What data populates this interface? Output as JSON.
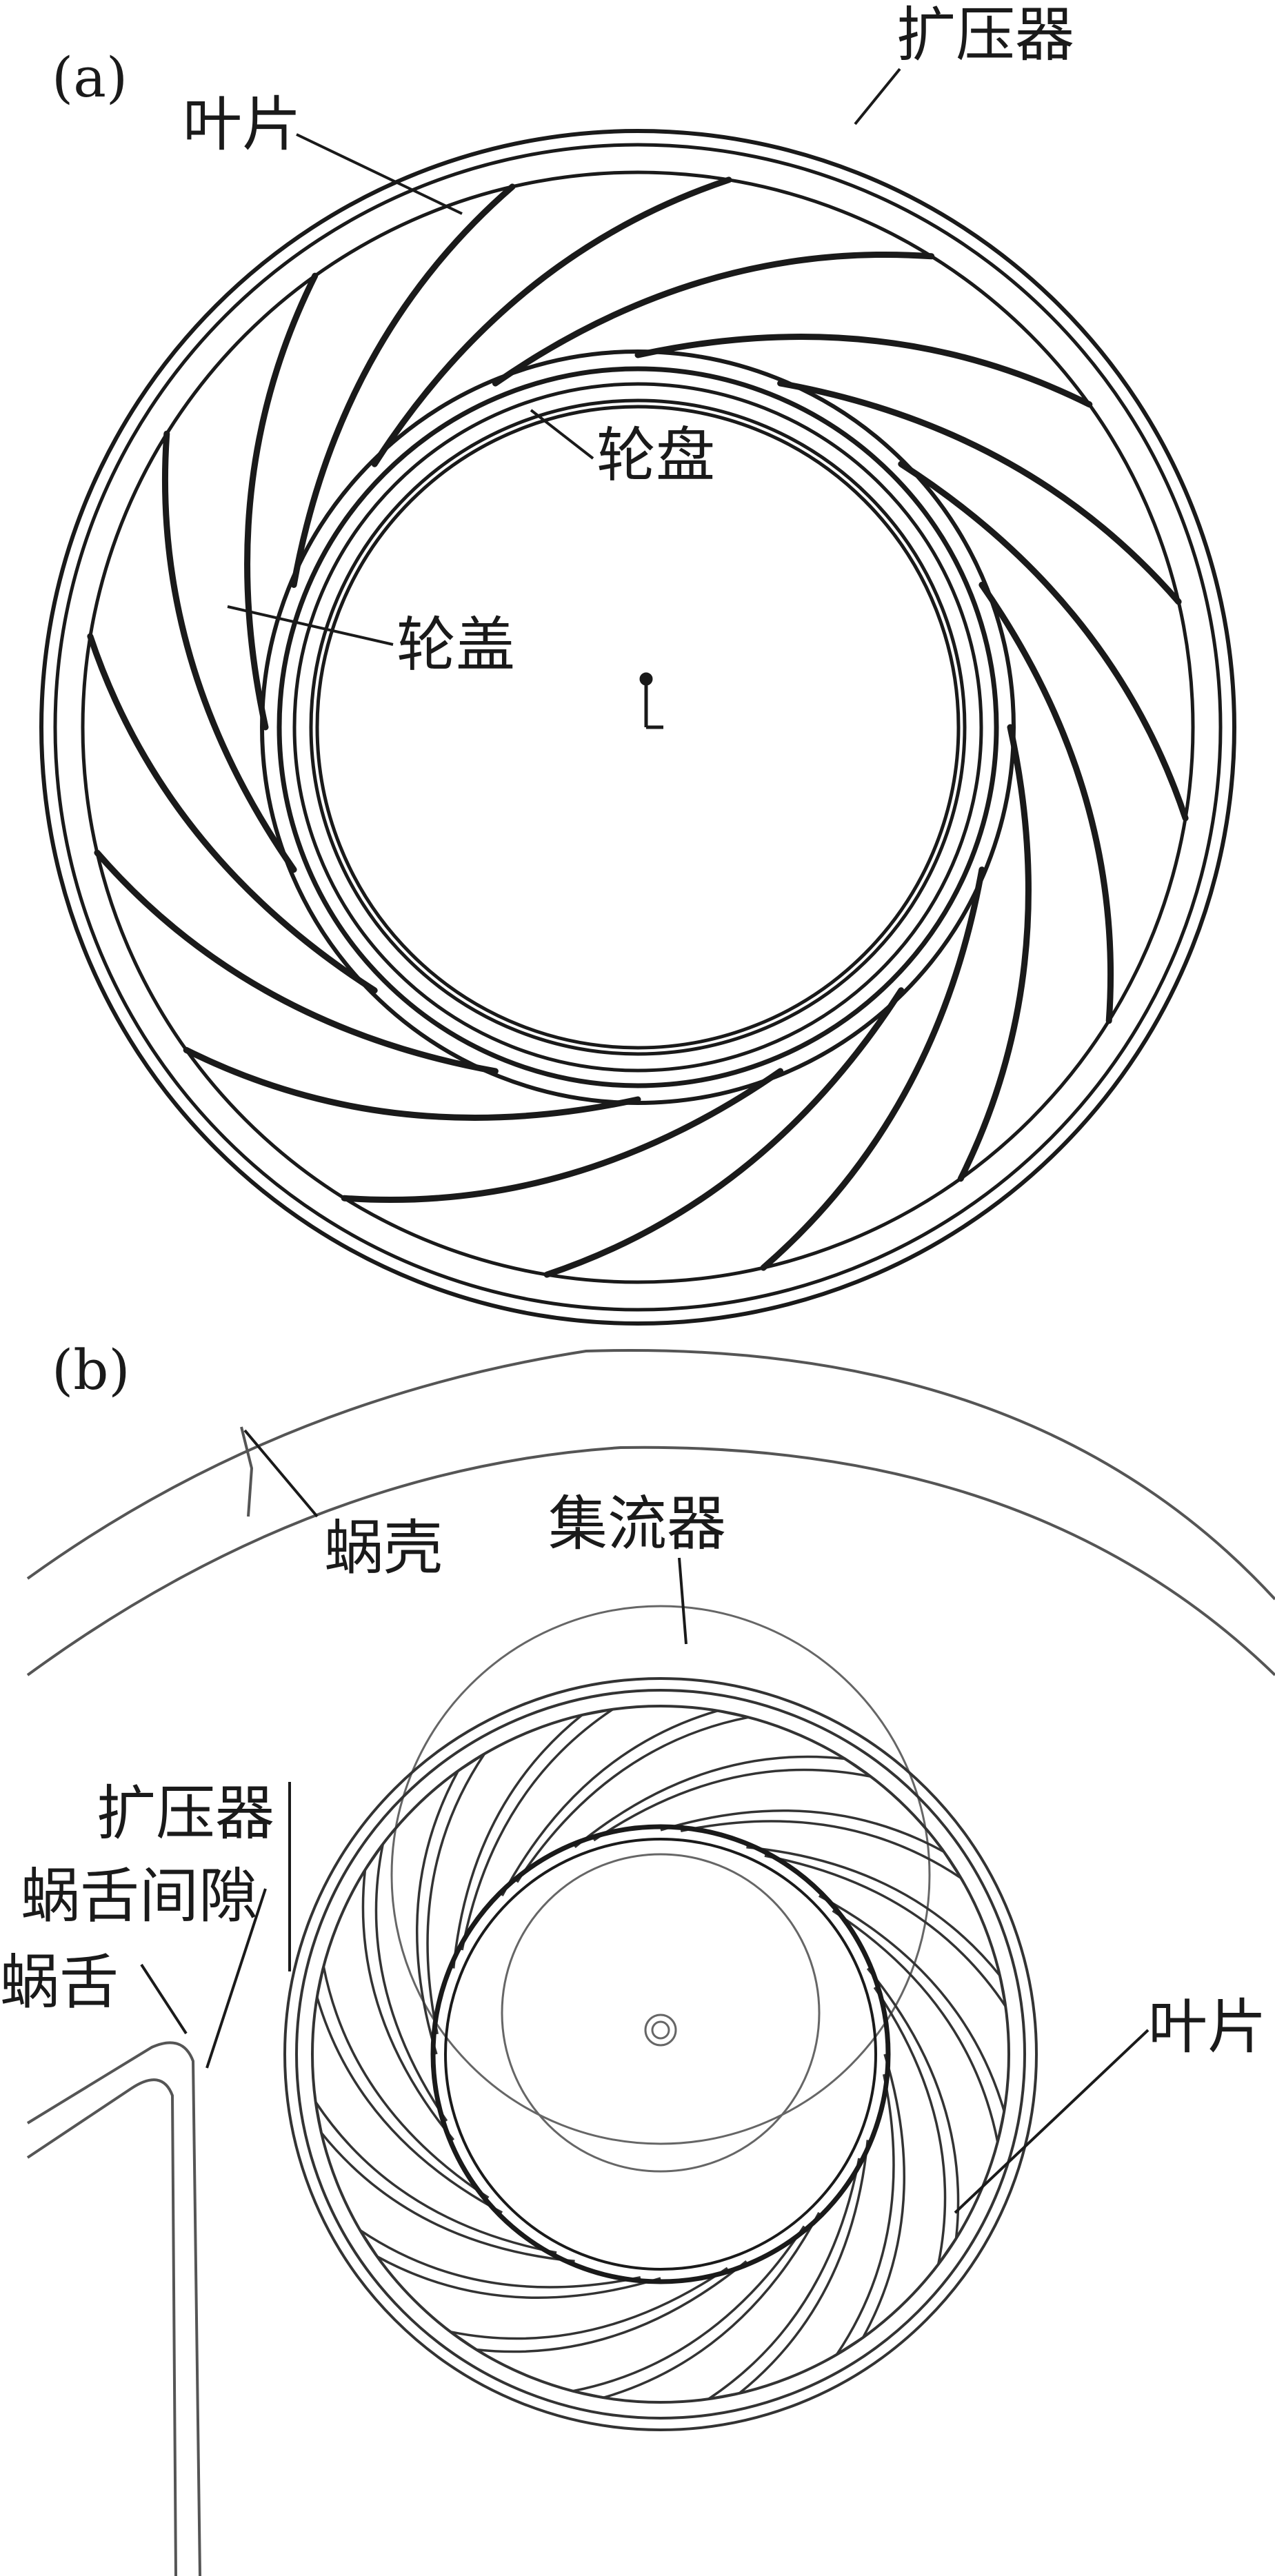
{
  "figure": {
    "panel_a": {
      "tag": "(a)",
      "labels": {
        "diffuser": "扩压器",
        "blade": "叶片",
        "hub_disc": "轮盘",
        "shroud": "轮盖"
      },
      "blade_count": 16
    },
    "panel_b": {
      "tag": "(b)",
      "labels": {
        "volute": "蜗壳",
        "collector": "集流器",
        "diffuser": "扩压器",
        "tongue_gap": "蜗舌间隙",
        "tongue": "蜗舌",
        "blade": "叶片"
      },
      "blade_count": 16
    },
    "line_color": "#1a1a1a",
    "light_line_color": "#555555"
  }
}
